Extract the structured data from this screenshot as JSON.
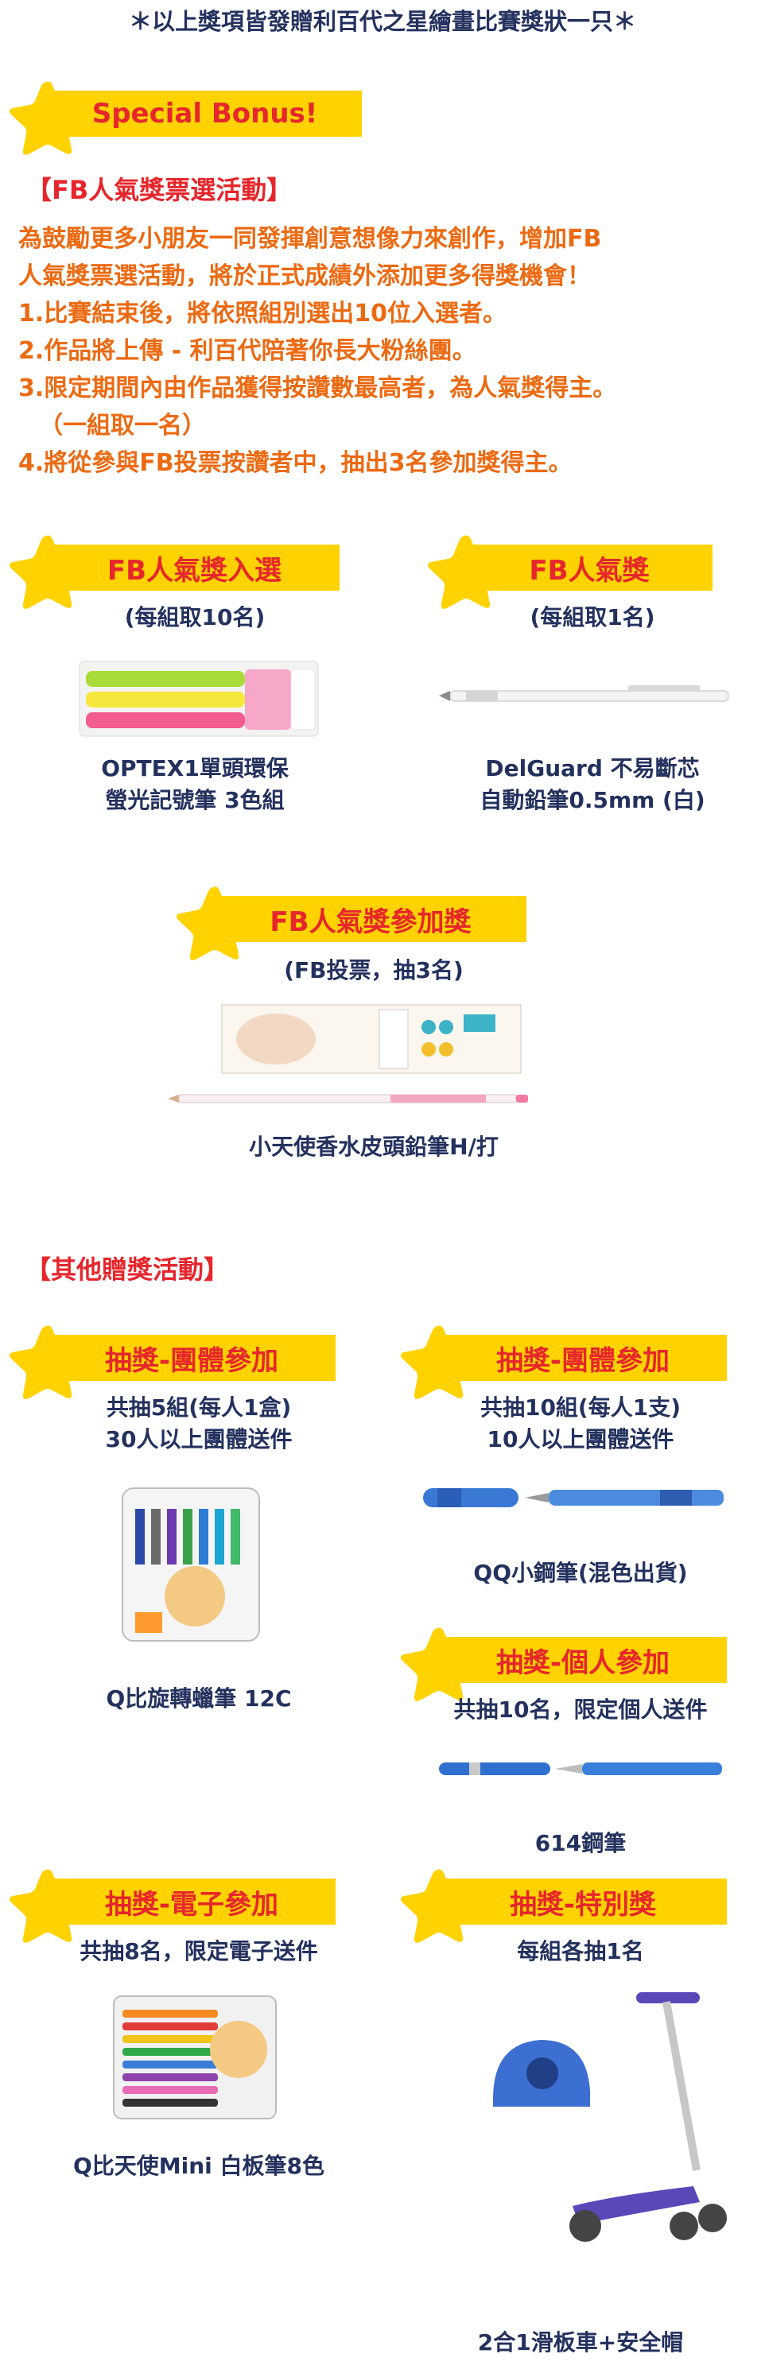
{
  "header_note": "＊以上獎項皆發贈利百代之星繪畫比賽獎狀一只＊",
  "special": {
    "badge": "Special Bonus!",
    "title": "【FB人氣獎票選活動】",
    "lines": [
      "為鼓勵更多小朋友一同發揮創意想像力來創作，增加FB",
      "人氣獎票選活動，將於正式成績外添加更多得獎機會！",
      "1.比賽結束後，將依照組別選出10位入選者。",
      "2.作品將上傳 - 利百代陪著你長大粉絲團。",
      "3.限定期間內由作品獲得按讚數最高者，為人氣獎得主。",
      "（一組取一名）",
      "4.將從參與FB投票按讚者中，抽出3名參加獎得主。"
    ]
  },
  "fb_finalist": {
    "badge": "FB人氣獎入選",
    "note": "(每組取10名)",
    "product_line1": "OPTEX1單頭環保",
    "product_line2": "螢光記號筆 3色組"
  },
  "fb_popular": {
    "badge": "FB人氣獎",
    "note": "(每組取1名)",
    "product_line1": "DelGuard 不易斷芯",
    "product_line2": "自動鉛筆0.5mm (白)"
  },
  "fb_participation": {
    "badge": "FB人氣獎參加獎",
    "note": "(FB投票，抽3名)",
    "product": "小天使香水皮頭鉛筆H/打"
  },
  "other_title": "【其他贈獎活動】",
  "group1": {
    "badge": "抽獎-團體參加",
    "line1": "共抽5組(每人1盒)",
    "line2": "30人以上團體送件",
    "product": "Q比旋轉蠟筆 12C"
  },
  "group2": {
    "badge": "抽獎-團體參加",
    "line1": "共抽10組(每人1支)",
    "line2": "10人以上團體送件",
    "product": "QQ小鋼筆(混色出貨)"
  },
  "individual": {
    "badge": "抽獎-個人參加",
    "line1": "共抽10名，限定個人送件",
    "product": "614鋼筆"
  },
  "electronic": {
    "badge": "抽獎-電子參加",
    "line1": "共抽8名，限定電子送件",
    "product": "Q比天使Mini 白板筆8色"
  },
  "special_prize": {
    "badge": "抽獎-特別獎",
    "line1": "每組各抽1名",
    "product": "2合1滑板車+安全帽"
  },
  "colors": {
    "badge_bg": "#ffd200",
    "badge_text": "#e6262c",
    "orange_text": "#ec6a12",
    "navy_text": "#23315e"
  }
}
